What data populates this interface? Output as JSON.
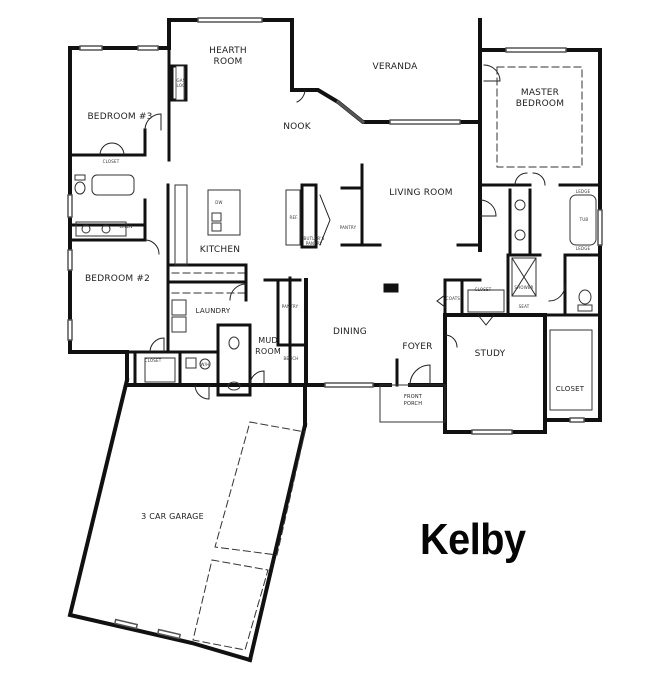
{
  "plan": {
    "name": "Kelby",
    "rooms": [
      {
        "id": "hearth-room",
        "label": "HEARTH\nROOM"
      },
      {
        "id": "veranda",
        "label": "VERANDA"
      },
      {
        "id": "nook",
        "label": "NOOK"
      },
      {
        "id": "master-bedroom",
        "label": "MASTER\nBEDROOM"
      },
      {
        "id": "bedroom-3",
        "label": "BEDROOM #3"
      },
      {
        "id": "kitchen",
        "label": "KITCHEN"
      },
      {
        "id": "living-room",
        "label": "LIVING ROOM"
      },
      {
        "id": "bedroom-2",
        "label": "BEDROOM #2"
      },
      {
        "id": "laundry",
        "label": "LAUNDRY"
      },
      {
        "id": "mud-room",
        "label": "MUD\nROOM"
      },
      {
        "id": "dining",
        "label": "DINING"
      },
      {
        "id": "foyer",
        "label": "FOYER"
      },
      {
        "id": "study",
        "label": "STUDY"
      },
      {
        "id": "master-closet",
        "label": "CLOSET"
      },
      {
        "id": "front-porch",
        "label": "FRONT\nPORCH"
      },
      {
        "id": "garage",
        "label": "3 CAR GARAGE"
      }
    ],
    "small_labels": {
      "gas_log": "GAS\nLOG",
      "closet_b3": "CLOSET",
      "closet_b2": "CLOSET",
      "closet_study": "CLOSET",
      "coats": "COATS",
      "pantry_kitchen": "PANTRY",
      "butlers_pantry": "BUTLER'S\nPANTRY",
      "pantry_mud": "PANTRY",
      "bench": "BENCH",
      "shower": "SHOWER",
      "seat": "SEAT",
      "tub": "TUB",
      "ledge_top": "LEDGE",
      "ledge_bottom": "LEDGE",
      "dw": "DW",
      "ref": "REF.",
      "linen": "LINEN",
      "wh": "W/H"
    }
  }
}
